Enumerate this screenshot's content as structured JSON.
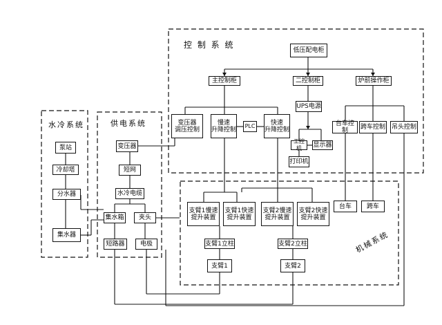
{
  "sections": {
    "control": "控 制 系 统",
    "water": "水冷系统",
    "power": "供电系统",
    "mechanical": "机械系统"
  },
  "nodes": {
    "low_voltage_cabinet": "低压配电柜",
    "main_console": "主控制柜",
    "secondary_console": "二控制柜",
    "crane_console": "炉前操作柜",
    "transformer_regulator": "变压器\n调压控制",
    "slow_lift": "慢速\n升降控制",
    "plc": "PLC",
    "fast_lift": "快速\n升降控制",
    "ups": "UPS电源",
    "industrial_pc": "工控机",
    "display": "显示器",
    "printer": "打印机",
    "trolley_ctrl": "台车控制",
    "gantry_ctrl": "跨车控制",
    "hook_ctrl": "吊头控制",
    "pump": "泵站",
    "cooling_tower": "冷却塔",
    "distributor": "分水器",
    "collector": "集水器",
    "transformer": "变压器",
    "short_net": "短网",
    "water_cable": "水冷电缆",
    "water_jacket": "集水箱",
    "clamp": "夹头",
    "shorting": "短路器",
    "electrode": "电极",
    "arm1_slow": "支臂1慢速\n提升装置",
    "arm1_fast": "支臂1快速\n提升装置",
    "arm2_slow": "支臂2慢速\n提升装置",
    "arm2_fast": "支臂2快速\n提升装置",
    "arm1_column": "支臂1立柱",
    "arm2_column": "支臂2立柱",
    "arm1": "支臂1",
    "arm2": "支臂2",
    "trolley": "台车",
    "gantry": "跨车"
  }
}
